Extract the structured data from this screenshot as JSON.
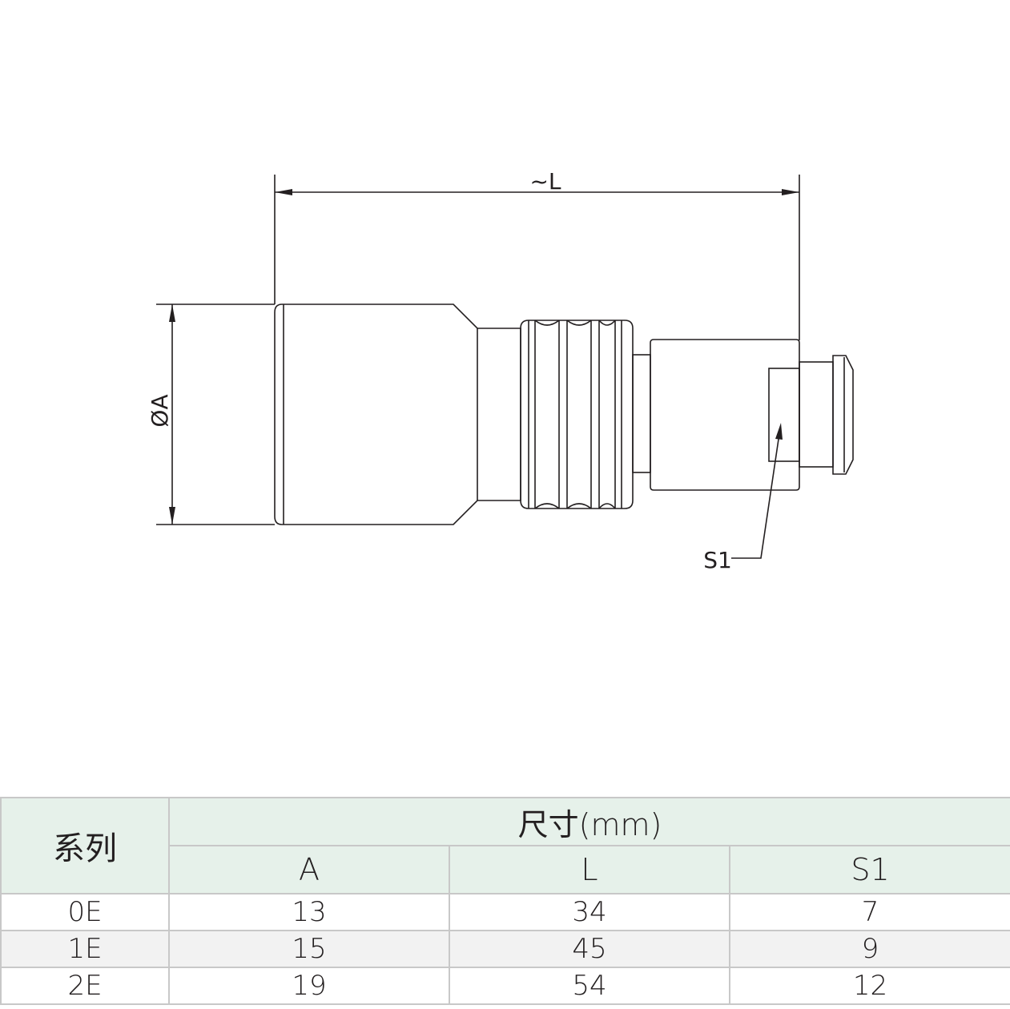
{
  "drawing": {
    "dim_length_label": "~L",
    "dim_diameter_label": "ØA",
    "callout_label": "S1"
  },
  "table": {
    "series_header": "系列",
    "dimension_header": "尺寸(mm)",
    "columns": [
      "A",
      "L",
      "S1"
    ],
    "rows": [
      {
        "series": "0E",
        "A": "13",
        "L": "34",
        "S1": "7"
      },
      {
        "series": "1E",
        "A": "15",
        "L": "45",
        "S1": "9"
      },
      {
        "series": "2E",
        "A": "19",
        "L": "54",
        "S1": "12"
      }
    ]
  },
  "colors": {
    "line": "#231f20",
    "header_bg": "#e6f1ea",
    "alt_row_bg": "#f2f2f2",
    "border": "#c8c8c8"
  }
}
